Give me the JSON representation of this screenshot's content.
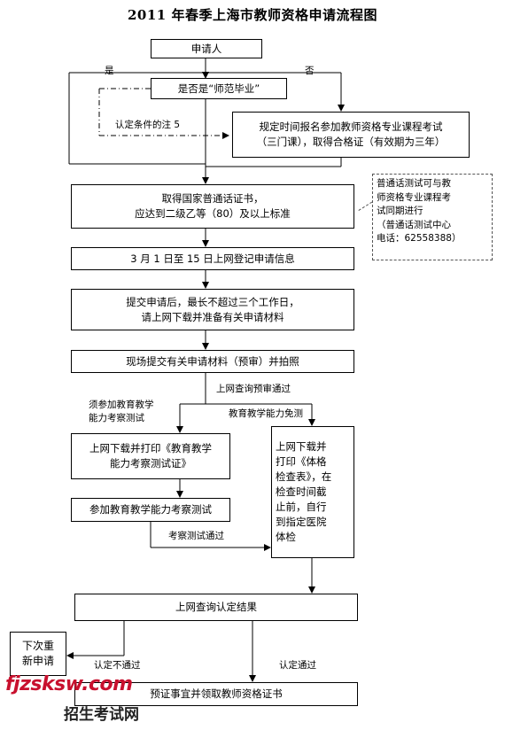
{
  "title": "2011 年春季上海市教师资格申请流程图",
  "nodes": {
    "applicant": "申请人",
    "is_normal_grad": "是否是“师范毕业”",
    "course_exam": "规定时间报名参加教师资格专业课程考试\n（三门课），取得合格证（有效期为三年）",
    "mandarin_cert": "取得国家普通话证书，\n应达到二级乙等（80）及以上标准",
    "online_register": "3 月 1 日至 15 日上网登记申请信息",
    "submit_download": "提交申请后，最长不超过三个工作日，\n请上网下载并准备有关申请材料",
    "onsite_submit": "现场提交有关申请材料（预审）并拍照",
    "download_test_cert": "上网下载并打印《教育教学\n能力考察测试证》",
    "attend_test": "参加教育教学能力考察测试",
    "download_physical": "上网下载并\n打印《体格\n检查表》，在\n检查时间截\n止前，自行\n到指定医院\n体检",
    "check_result": "上网查询认定结果",
    "next_apply": "下次重\n新申请",
    "collect_cert": "预证事宜并领取教师资格证书"
  },
  "labels": {
    "yes": "是",
    "no": "否",
    "cond_note": "认定条件的注 5",
    "prereview_pass": "上网查询预审通过",
    "must_test": "须参加教育教学\n能力考察测试",
    "exempt": "教育教学能力免测",
    "test_pass": "考察测试通过",
    "not_pass": "认定不通过",
    "pass": "认定通过"
  },
  "side_note": "普通话测试可与教\n师资格专业课程考\n试同期进行\n（普通话测试中心\n电话：62558388）",
  "watermark": {
    "logo": "fjzsksw.com",
    "sub": "招生考试网"
  }
}
